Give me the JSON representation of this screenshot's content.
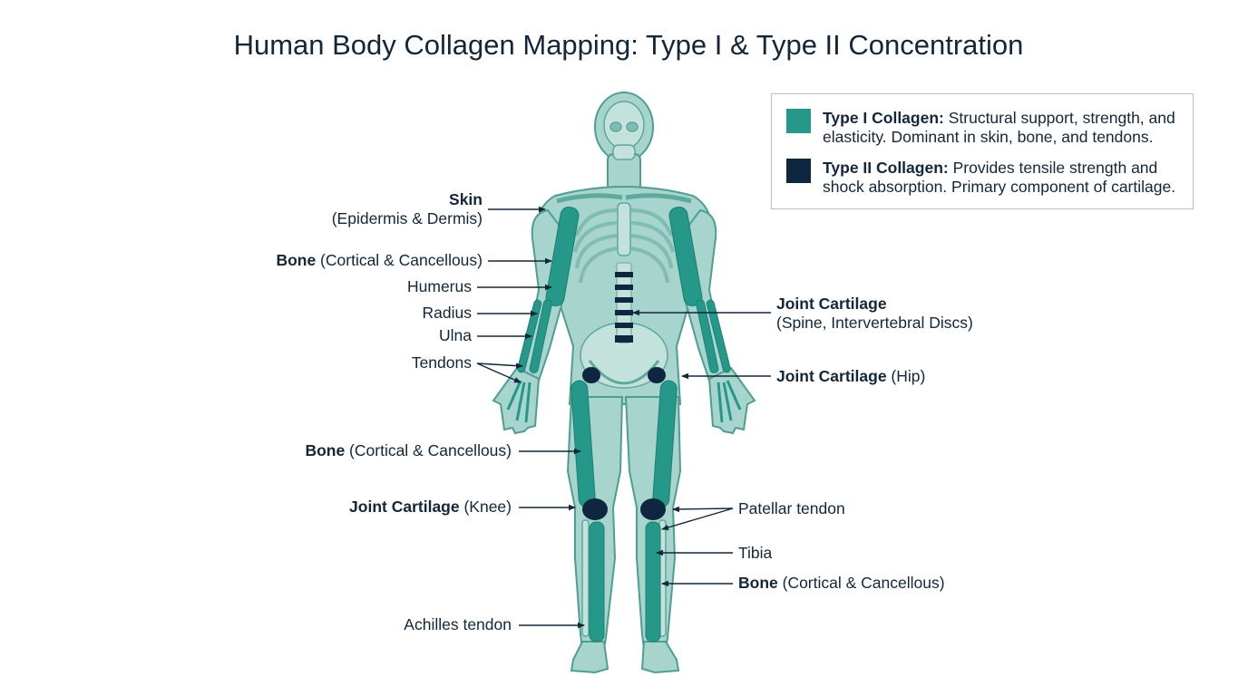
{
  "title": "Human Body Collagen Mapping: Type I & Type II Concentration",
  "colors": {
    "type1": "#25988a",
    "type2": "#0f2640",
    "skin": "#a7d4cc",
    "skin_stroke": "#4f9e92",
    "bone_light": "#c3e2dc",
    "ink": "#13263a"
  },
  "legend": {
    "type1": {
      "name": "Type I Collagen:",
      "desc": " Structural support, strength, and elasticity. Dominant in skin, bone, and tendons."
    },
    "type2": {
      "name": "Type II Collagen:",
      "desc": " Provides tensile strength and shock absorption. Primary component of cartilage."
    }
  },
  "labels": {
    "skin": {
      "bold": "Skin",
      "text": "(Epidermis & Dermis)"
    },
    "bone_arm": {
      "bold": "Bone",
      "text": " (Cortical & Cancellous)"
    },
    "humerus": {
      "text": "Humerus"
    },
    "radius": {
      "text": "Radius"
    },
    "ulna": {
      "text": "Ulna"
    },
    "tendons": {
      "text": "Tendons"
    },
    "bone_femur": {
      "bold": "Bone",
      "text": " (Cortical & Cancellous)"
    },
    "knee": {
      "bold": "Joint Cartilage",
      "text": " (Knee)"
    },
    "achilles": {
      "text": "Achilles tendon"
    },
    "spine": {
      "bold": "Joint Cartilage",
      "text": "(Spine, Intervertebral Discs)"
    },
    "hip": {
      "bold": "Joint Cartilage",
      "text": " (Hip)"
    },
    "patellar": {
      "text": "Patellar tendon"
    },
    "tibia": {
      "text": "Tibia"
    },
    "bone_tibia": {
      "bold": "Bone",
      "text": " (Cortical & Cancellous)"
    }
  }
}
